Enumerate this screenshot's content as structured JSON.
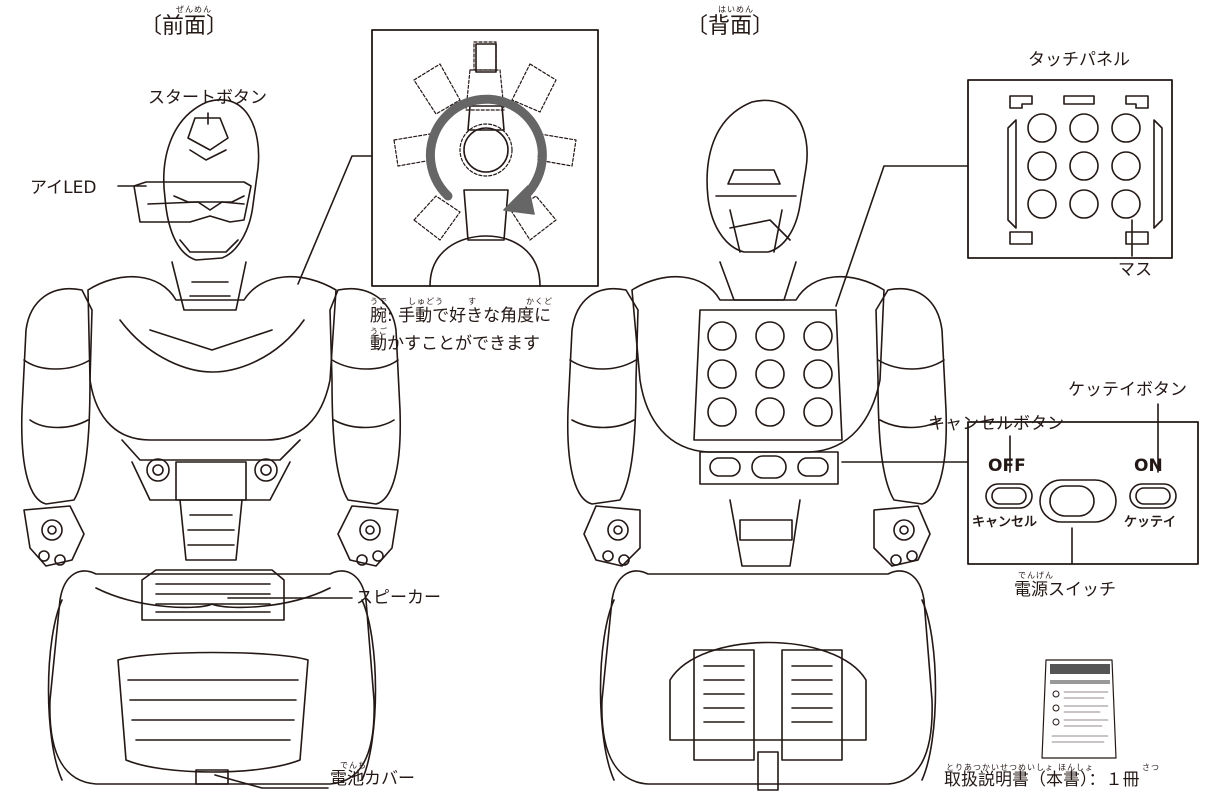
{
  "front": {
    "title": "〔前面〕",
    "title_reading": "ぜんめん",
    "labels": {
      "start_button": "スタートボタン",
      "eye_led": "アイLED",
      "speaker": "スピーカー",
      "battery_cover": "電池カバー",
      "battery_cover_reading": "でんち"
    },
    "arm_note_line1": "腕: 手動で好きな角度に",
    "arm_note_line2": "動かすことができます",
    "arm_note_readings": [
      "うで",
      "しゅどう",
      "す",
      "かくど",
      "うご"
    ]
  },
  "back": {
    "title": "〔背面〕",
    "title_reading": "はいめん",
    "labels": {
      "touch_panel": "タッチパネル",
      "cell": "マス",
      "confirm_button": "ケッテイボタン",
      "cancel_button": "キャンセルボタン",
      "power_switch": "電源スイッチ",
      "power_switch_reading": "でんげん"
    },
    "switch_panel": {
      "off": "OFF",
      "on": "ON",
      "cancel": "キャンセル",
      "confirm": "ケッテイ"
    }
  },
  "manual": {
    "label": "取扱説明書（本書）：１冊",
    "reading_main": "とりあつかいせつめいしょ",
    "reading_book": "ほんしょ",
    "reading_count": "さつ"
  }
}
